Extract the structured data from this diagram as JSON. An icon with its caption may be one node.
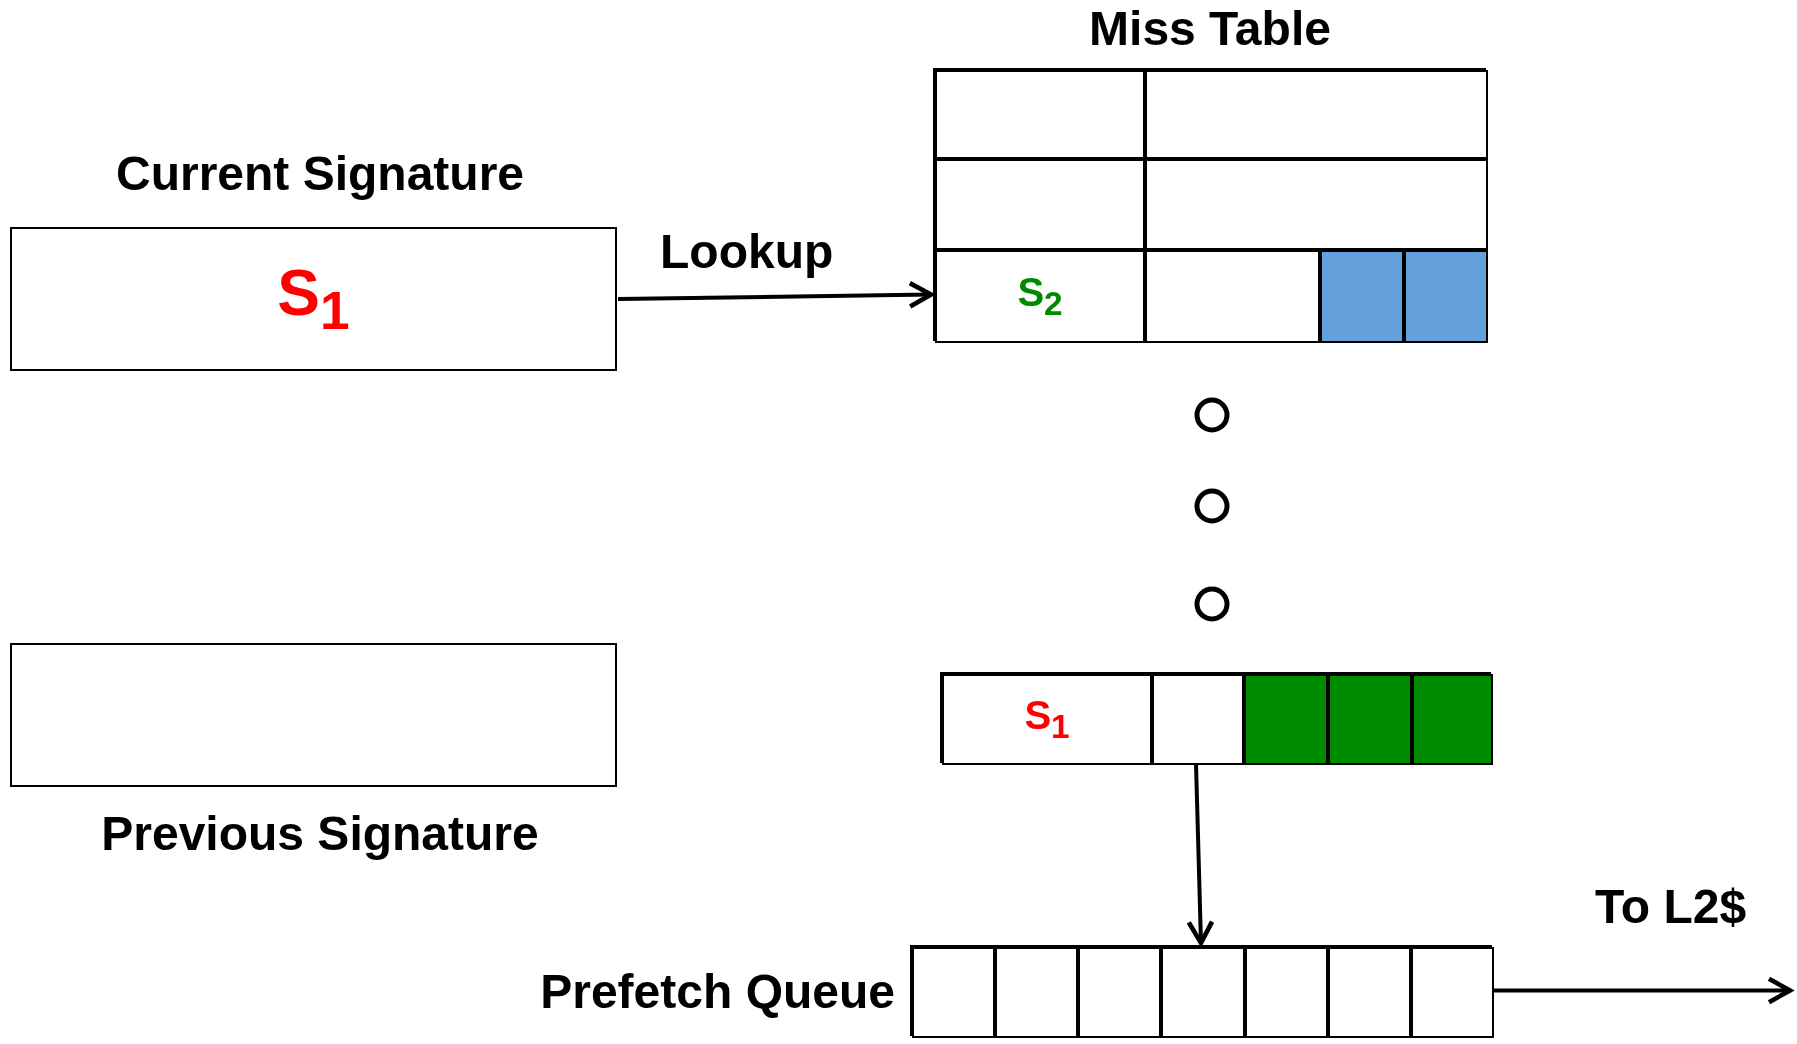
{
  "diagram": {
    "nodes": [
      {
        "text": [
          "Current Signature",
          "S$_{1}$"
        ]
      },
      {
        "text": [
          "Miss Table"
        ]
      },
      {
        "text": [
          "S$_{2}$"
        ],
        "in": 1
      },
      {
        "text": [],
        "shape": "box",
        "in": 1
      },
      {
        "text": [],
        "shape": "box",
        "in": 1
      },
      {
        "text": [
          "Previous Signature"
        ]
      },
      {
        "text": [],
        "shape": "box"
      },
      {
        "text": [
          "S$_{1}$"
        ],
        "in": 6
      },
      {
        "text": [],
        "shape": "box",
        "in": 6
      },
      {
        "text": [],
        "shape": "box",
        "in": 6
      },
      {
        "text": [],
        "shape": "box",
        "in": 6
      },
      {
        "text": [],
        "shape": "box",
        "in": 6
      },
      {
        "text": [
          "Prefetch Queue"
        ]
      },
      {
        "text": [],
        "shape": "box",
        "in": 12
      },
      {
        "text": [],
        "shape": "box",
        "in": 12
      },
      {
        "text": [],
        "shape": "box",
        "in": 12
      },
      {
        "text": [],
        "shape": "box",
        "in": 12
      },
      {
        "text": [],
        "shape": "box",
        "in": 12
      },
      {
        "text": [],
        "shape": "box",
        "in": 12
      },
      {
        "text": [],
        "shape": "box",
        "in": 12
      }
    ],
    "edges": [
      {
        "from": 0,
        "to": 2,
        "arrow": "to",
        "label": "Lookup"
      },
      {
        "from": 8,
        "to": 16,
        "arrow": "to"
      },
      {
        "from": 12,
        "to": null,
        "arrow": "to",
        "label": "To L2$"
      }
    ]
  }
}
